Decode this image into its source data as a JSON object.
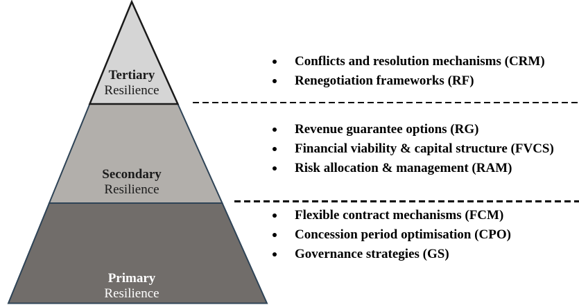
{
  "pyramid": {
    "outline_color": "#1a1a1a",
    "divider_color": "#2e4356",
    "levels": [
      {
        "name": "Tertiary",
        "subtitle": "Resilience",
        "fill": "#d5d5d5",
        "text_color": "#1a1a1a"
      },
      {
        "name": "Secondary",
        "subtitle": "Resilience",
        "fill": "#b2afab",
        "text_color": "#1a1a1a"
      },
      {
        "name": "Primary",
        "subtitle": "Resilience",
        "fill": "#716d6a",
        "text_color": "#ffffff"
      }
    ]
  },
  "lists": [
    {
      "level": "Tertiary",
      "items": [
        "Conflicts and resolution mechanisms (CRM)",
        "Renegotiation frameworks (RF)"
      ]
    },
    {
      "level": "Secondary",
      "items": [
        "Revenue guarantee options (RG)",
        "Financial viability & capital structure (FVCS)",
        "Risk allocation & management (RAM)"
      ]
    },
    {
      "level": "Primary",
      "items": [
        "Flexible contract mechanisms (FCM)",
        "Concession period optimisation (CPO)",
        "Governance strategies (GS)"
      ]
    }
  ],
  "separator_color": "#000000",
  "bullet_color": "#000000"
}
